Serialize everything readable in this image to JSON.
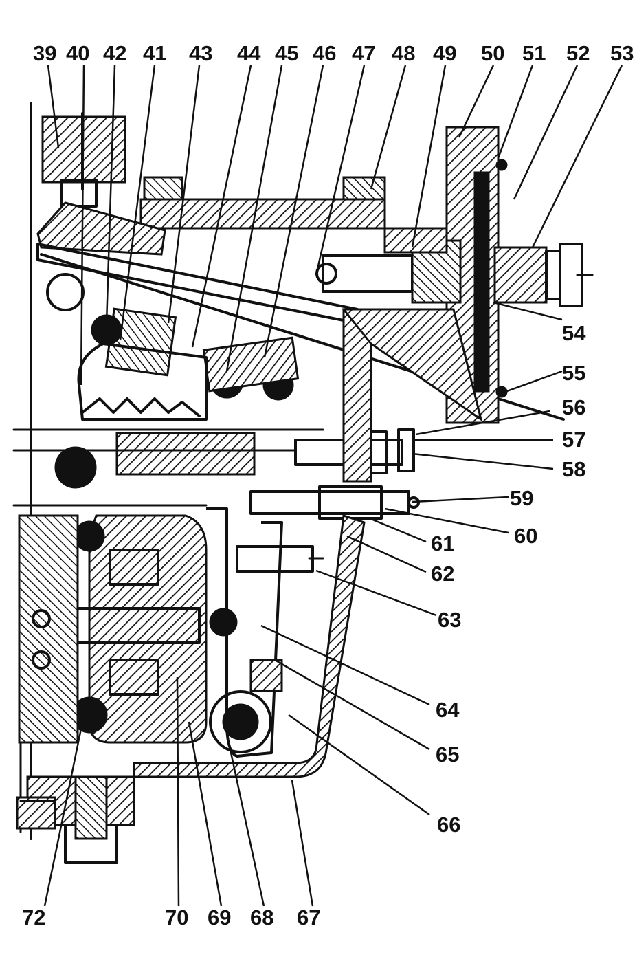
{
  "labels_top": [
    "39",
    "40",
    "42",
    "41",
    "43",
    "44",
    "45",
    "46",
    "47",
    "48",
    "49",
    "50",
    "51",
    "52",
    "53"
  ],
  "labels_right": [
    "54",
    "55",
    "56",
    "57",
    "58",
    "59",
    "60",
    "61",
    "62",
    "63",
    "64",
    "65",
    "66"
  ],
  "labels_bottom": [
    "72",
    "70",
    "69",
    "68",
    "67"
  ],
  "colors": {
    "ink": "#111111",
    "paper": "#ffffff"
  }
}
